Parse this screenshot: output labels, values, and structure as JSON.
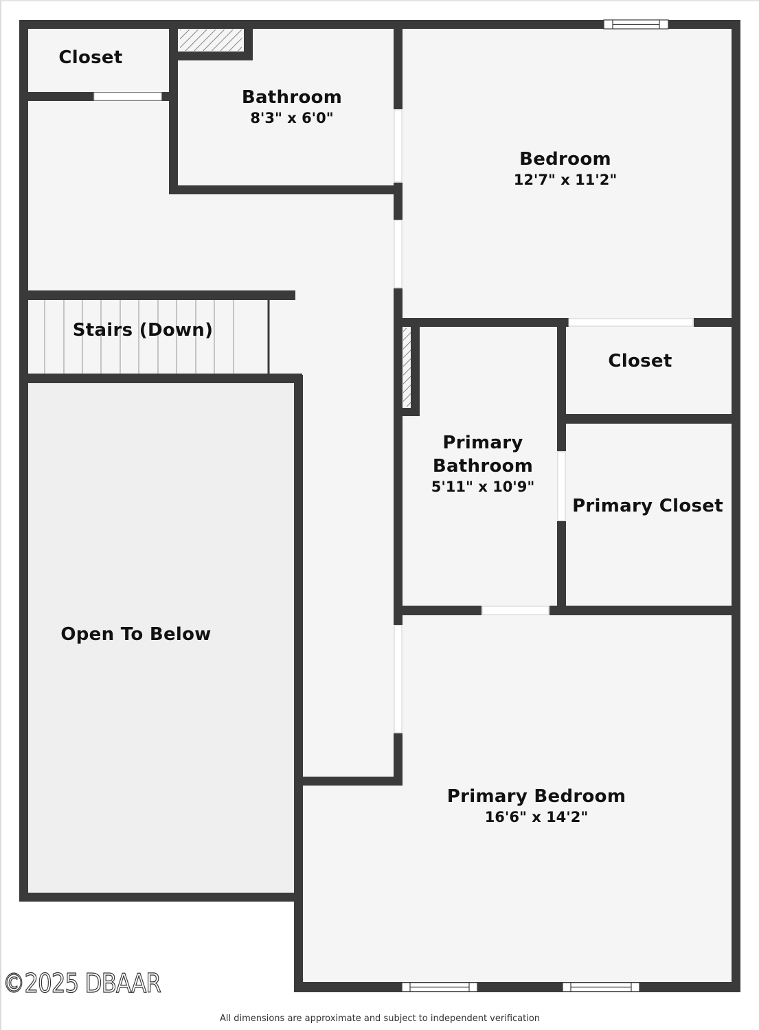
{
  "floor_plan": {
    "colors": {
      "wall": "#3a3a3a",
      "floor": "#f5f5f5",
      "open_to_below_floor": "#efefef",
      "opening": "#ffffff"
    },
    "rooms": [
      {
        "id": "closet-top-left",
        "name": "Closet",
        "dimensions": null
      },
      {
        "id": "bathroom",
        "name": "Bathroom",
        "dimensions": "8'3\" x 6'0\""
      },
      {
        "id": "bedroom",
        "name": "Bedroom",
        "dimensions": "12'7\" x 11'2\""
      },
      {
        "id": "stairs",
        "name": "Stairs (Down)",
        "dimensions": null
      },
      {
        "id": "closet-right",
        "name": "Closet",
        "dimensions": null
      },
      {
        "id": "primary-bathroom",
        "name": "Primary Bathroom",
        "name_lines": [
          "Primary",
          "Bathroom"
        ],
        "dimensions": "5'11\" x 10'9\""
      },
      {
        "id": "primary-closet",
        "name": "Primary Closet",
        "dimensions": null
      },
      {
        "id": "open-to-below",
        "name": "Open To Below",
        "dimensions": null
      },
      {
        "id": "primary-bedroom",
        "name": "Primary Bedroom",
        "dimensions": "16'6\" x 14'2\""
      }
    ]
  },
  "footer": {
    "copyright": "©2025 DBAAR",
    "disclaimer": "All dimensions are approximate and subject to independent verification"
  }
}
